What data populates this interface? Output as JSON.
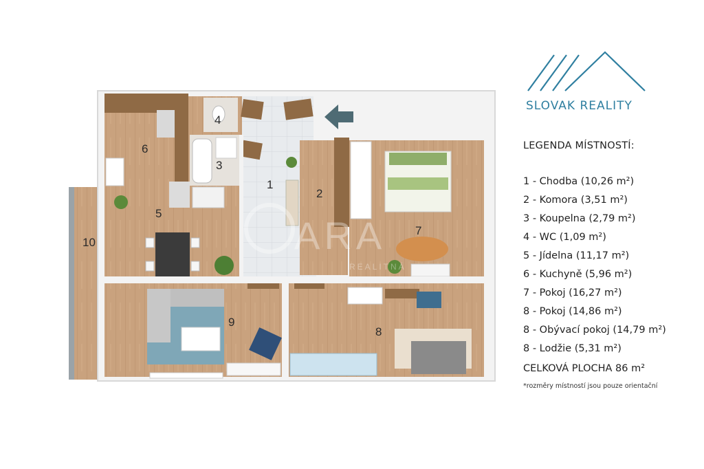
{
  "brand": {
    "name": "SLOVAK REALITY",
    "accent": "#2f7fa0"
  },
  "watermark": {
    "text": "ARA",
    "subtext": "REALITNÁ"
  },
  "rooms": [
    {
      "num": "1"
    },
    {
      "num": "2"
    },
    {
      "num": "3"
    },
    {
      "num": "4"
    },
    {
      "num": "5"
    },
    {
      "num": "6"
    },
    {
      "num": "7"
    },
    {
      "num": "8"
    },
    {
      "num": "9"
    },
    {
      "num": "10"
    }
  ],
  "legend": {
    "title": "LEGENDA MÍSTNOSTÍ:",
    "items": [
      "1 - Chodba (10,26 m²)",
      "2 - Komora (3,51 m²)",
      "3 - Koupelna (2,79 m²)",
      "4 - WC (1,09 m²)",
      "5 - Jídelna (11,17 m²)",
      "6 - Kuchyně (5,96 m²)",
      "7 - Pokoj (16,27 m²)",
      "8 - Pokoj (14,86 m²)",
      "8 - Obývací pokoj (14,79 m²)",
      "8 - Lodžie (5,31 m²)"
    ],
    "total": "CELKOVÁ PLOCHA 86 m²",
    "note": "*rozměry místností jsou pouze orientační"
  },
  "colors": {
    "floor_wood": "#c9a27e",
    "floor_tile": "#e9ecef",
    "wall": "#f4f4f4",
    "arrow": "#4e6b74"
  },
  "icons": [
    "entrance-arrow-icon",
    "mountain-logo-icon"
  ]
}
